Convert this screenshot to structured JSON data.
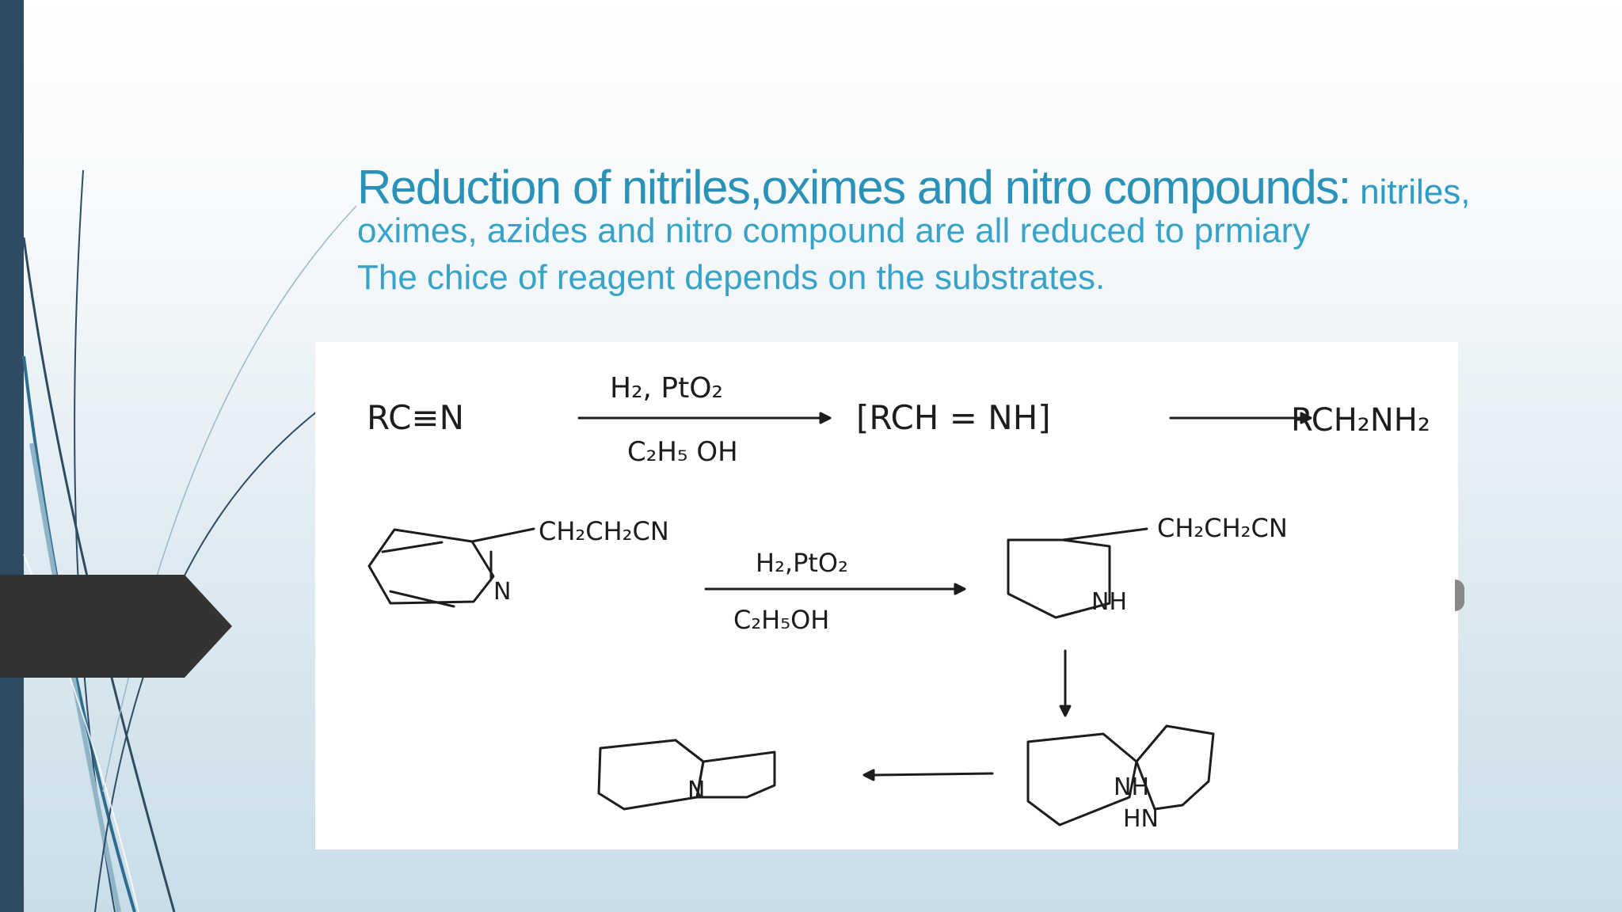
{
  "slide": {
    "title": "Reduction of nitriles,oximes and nitro compounds:",
    "title_tail": " nitriles,",
    "line1": "oximes, azides and nitro compound are all reduced to prmiary",
    "line2": "The chice of reagent depends on the substrates."
  },
  "figure": {
    "reaction1": {
      "reactant": "RC≡N",
      "reagent_top": "H₂, PtO₂",
      "reagent_bottom": "C₂H₅ OH",
      "intermediate": "[RCH = NH]",
      "product": "RCH₂NH₂"
    },
    "reaction2": {
      "substituent_left": "CH₂CH₂CN",
      "ring_n_left": "N",
      "reagent_top": "H₂,PtO₂",
      "reagent_bottom": "C₂H₅OH",
      "substituent_right": "CH₂CH₂CN",
      "ring_nh_right": "NH",
      "cyclized_nh": "NH",
      "cyclized_hn": "HN",
      "final_n": "N"
    }
  },
  "colors": {
    "title": "#2a91b9",
    "body": "#38a3c9",
    "sidebar": "#2f4b61",
    "chevron": "#333333"
  }
}
